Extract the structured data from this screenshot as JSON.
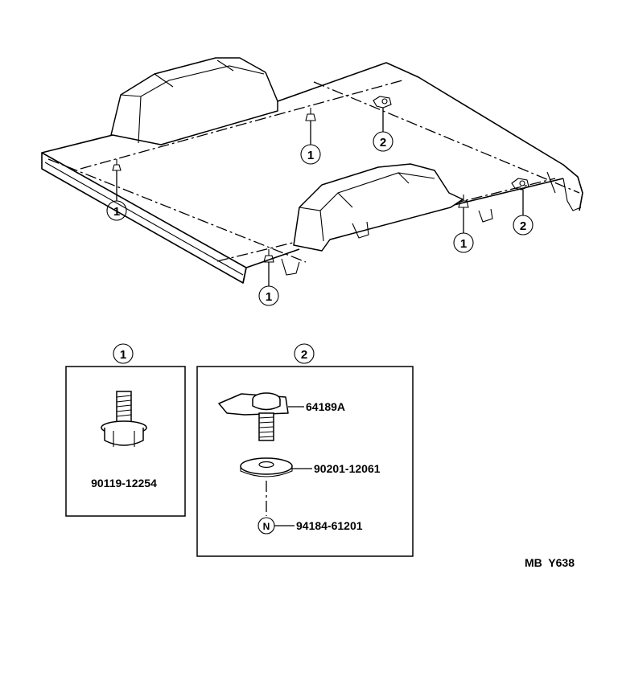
{
  "callouts": {
    "one": "1",
    "two": "2",
    "n_mark": "N"
  },
  "parts": {
    "bolt_part_no": "90119-12254",
    "hook_part_no": "64189A",
    "washer_part_no": "90201-12061",
    "nut_part_no": "94184-61201"
  },
  "footer": {
    "code": "MB  Y638"
  }
}
